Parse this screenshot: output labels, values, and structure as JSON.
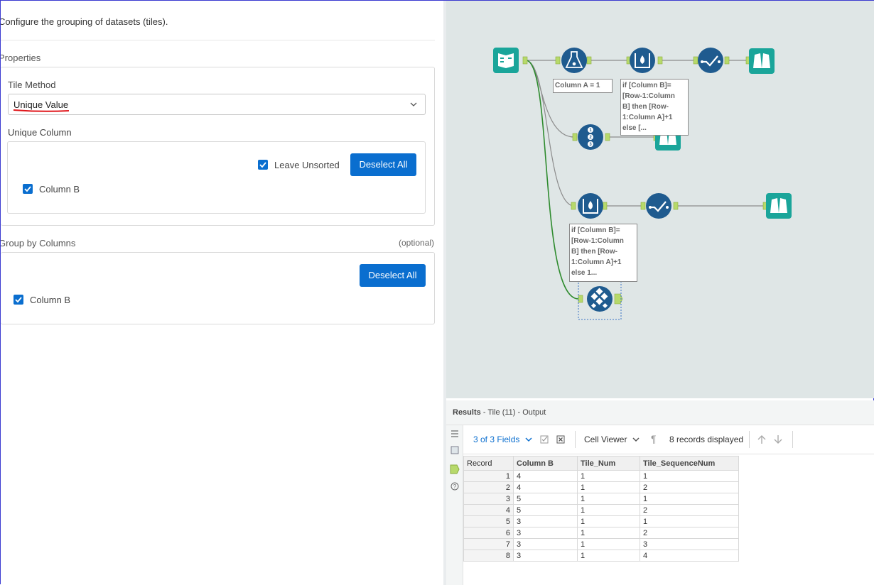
{
  "config": {
    "description": "Configure the grouping of datasets (tiles).",
    "properties_title": "Properties",
    "tile_method_label": "Tile Method",
    "tile_method_value": "Unique Value",
    "unique_column_label": "Unique Column",
    "leave_unsorted_label": "Leave Unsorted",
    "deselect_all_label": "Deselect All",
    "unique_column_item": "Column B",
    "group_by_title": "Group by Columns",
    "optional_label": "(optional)",
    "group_deselect_label": "Deselect All",
    "group_column_item": "Column B",
    "accent_color": "#0a6ecf",
    "underline_color": "#e0161b"
  },
  "canvas": {
    "annotation_filter": "Column A = 1",
    "annotation_formula_1": [
      "if [Column B]=",
      "[Row-1:Column",
      "B] then [Row-",
      "1:Column A]+1",
      "else [..."
    ],
    "annotation_formula_2": [
      "if [Column B]=",
      "[Row-1:Column",
      "B] then [Row-",
      "1:Column A]+1",
      "else 1..."
    ],
    "record_id_digits": [
      "1",
      "2",
      "3"
    ],
    "tool_blue": "#1f5b8f",
    "tool_teal": "#1aa59a",
    "connection_green": "#2e8b2e"
  },
  "results": {
    "title": "Results",
    "subtitle": "- Tile (11) - Output",
    "fields_label": "3 of 3 Fields",
    "cell_viewer_label": "Cell Viewer",
    "records_label": "8 records displayed",
    "columns": [
      "Record",
      "Column B",
      "Tile_Num",
      "Tile_SequenceNum"
    ],
    "rows": [
      [
        "1",
        "4",
        "1",
        "1"
      ],
      [
        "2",
        "4",
        "1",
        "2"
      ],
      [
        "3",
        "5",
        "1",
        "1"
      ],
      [
        "4",
        "5",
        "1",
        "2"
      ],
      [
        "5",
        "3",
        "1",
        "1"
      ],
      [
        "6",
        "3",
        "1",
        "2"
      ],
      [
        "7",
        "3",
        "1",
        "3"
      ],
      [
        "8",
        "3",
        "1",
        "4"
      ]
    ]
  }
}
